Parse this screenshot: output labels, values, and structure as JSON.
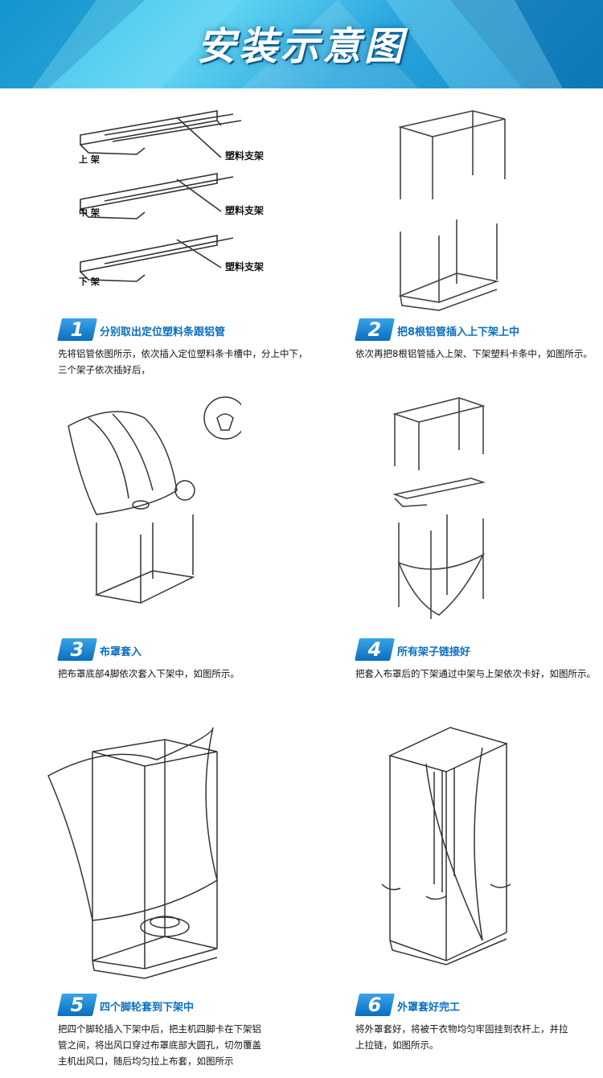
{
  "banner": {
    "title": "安装示意图"
  },
  "figure1": {
    "label_top": "上 架",
    "label_mid": "中 架",
    "label_bottom": "下 架",
    "callout": "塑料支架"
  },
  "steps": [
    {
      "num": "1",
      "title": "分别取出定位塑料条跟铝管",
      "desc": "先将铝管依图所示，依次插入定位塑料条卡槽中，分上中下，三个架子依次插好后，"
    },
    {
      "num": "2",
      "title": "把8根铝管插入上下架上中",
      "desc": "依次再把8根铝管插入上架、下架塑料卡条中，如图所示。"
    },
    {
      "num": "3",
      "title": "布罩套入",
      "desc": "把布罩底部4脚依次套入下架中，如图所示。"
    },
    {
      "num": "4",
      "title": "所有架子链接好",
      "desc": "把套入布罩后的下架通过中架与上架依次卡好，如图所示。"
    },
    {
      "num": "5",
      "title": "四个脚轮套到下架中",
      "desc": "把四个脚轮插入下架中后，把主机四脚卡在下架铝管之间，将出风口穿过布罩底部大圆孔，切勿覆盖主机出风口，随后均匀拉上布套，如图所示"
    },
    {
      "num": "6",
      "title": "外罩套好完工",
      "desc": "将外罩套好，将被干衣物均匀牢固挂到衣杆上，并拉上拉链，如图所示。"
    }
  ]
}
